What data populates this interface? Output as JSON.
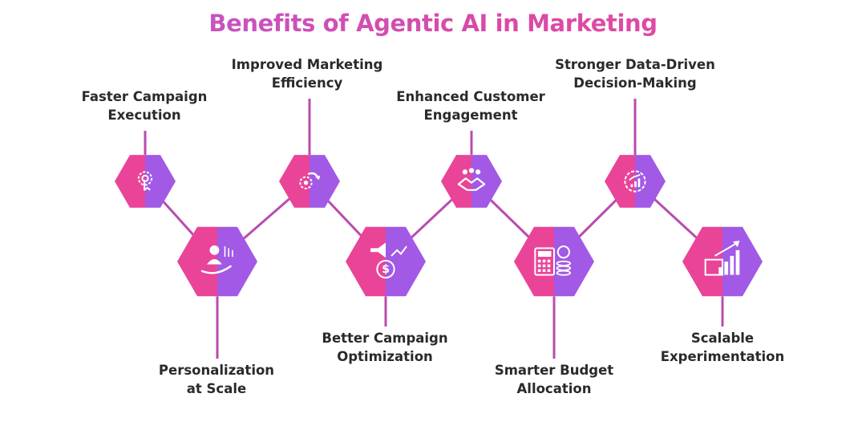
{
  "title": "Benefits of Agentic AI in Marketing",
  "colors": {
    "pink": "#e94498",
    "purple": "#a259e6",
    "line": "#b94cae",
    "icon": "#ffffff",
    "text": "#2a2a2a"
  },
  "benefits": [
    {
      "lines": [
        "Faster Campaign",
        "Execution"
      ],
      "icon": "touch-gear-icon"
    },
    {
      "lines": [
        "Personalization",
        "at Scale"
      ],
      "icon": "person-hand-icon"
    },
    {
      "lines": [
        "Improved Marketing",
        "Efficiency"
      ],
      "icon": "gears-arrow-icon"
    },
    {
      "lines": [
        "Better Campaign",
        "Optimization"
      ],
      "icon": "megaphone-dollar-icon"
    },
    {
      "lines": [
        "Enhanced Customer",
        "Engagement"
      ],
      "icon": "handshake-icon"
    },
    {
      "lines": [
        "Smarter Budget",
        "Allocation"
      ],
      "icon": "calculator-coins-icon"
    },
    {
      "lines": [
        "Stronger Data-Driven",
        "Decision-Making"
      ],
      "icon": "data-chart-icon"
    },
    {
      "lines": [
        "Scalable",
        "Experimentation"
      ],
      "icon": "growth-chart-icon"
    }
  ]
}
